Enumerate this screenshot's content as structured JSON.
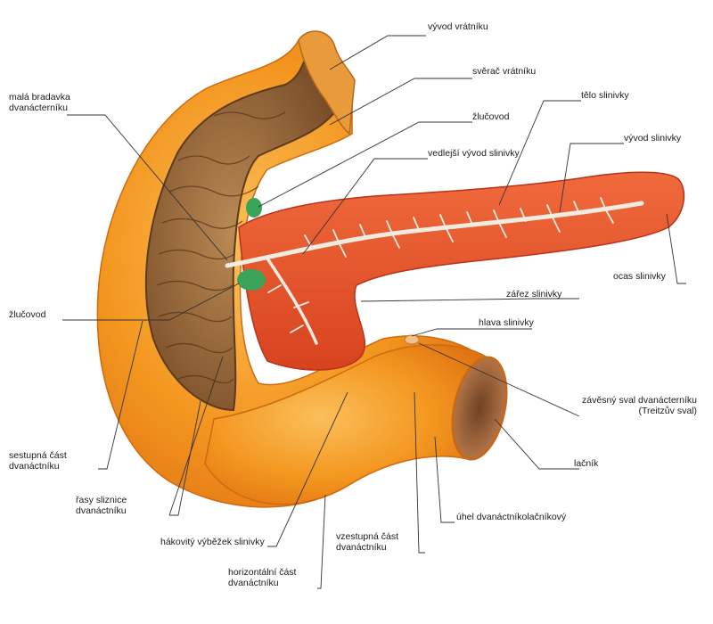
{
  "colors": {
    "duodenum_outer": "#f08a1c",
    "duodenum_light": "#f8b24a",
    "mucosa": "#9b6a3a",
    "pancreas": "#e8552c",
    "duct": "#f2ebe0",
    "bile": "#3aa35a",
    "leader": "#333333"
  },
  "labels": {
    "vyvod_vratniku": "vývod vrátníku",
    "sverac_vratniku": "svěrač vrátníku",
    "mala_bradavka_1": "malá bradavka",
    "mala_bradavka_2": "dvanácterníku",
    "telo_slinivky": "tělo slinivky",
    "zlucovod_top": "žlučovod",
    "vyvod_slinivky": "vývod slinivky",
    "vedlejsi_vyvod": "vedlejší vývod slinivky",
    "ocas_slinivky": "ocas slinivky",
    "zarez_slinivky": "zářez slinivky",
    "zlucovod_left": "žlučovod",
    "hlava_slinivky": "hlava slinivky",
    "zavesny_1": "závěsný sval dvanácterníku",
    "zavesny_2": "(Treitzův sval)",
    "sestupna_1": "sestupná část",
    "sestupna_2": "dvanáctníku",
    "lacnik": "lačník",
    "rasy_1": "řasy sliznice",
    "rasy_2": "dvanáctníku",
    "uhel": "úhel dvanáctníkolačníkový",
    "hakovity": "hákovitý výběžek slinivky",
    "vzestupna_1": "vzestupná část",
    "vzestupna_2": "dvanáctníku",
    "horizontalni_1": "horizontální část",
    "horizontalni_2": "dvanáctníku"
  }
}
